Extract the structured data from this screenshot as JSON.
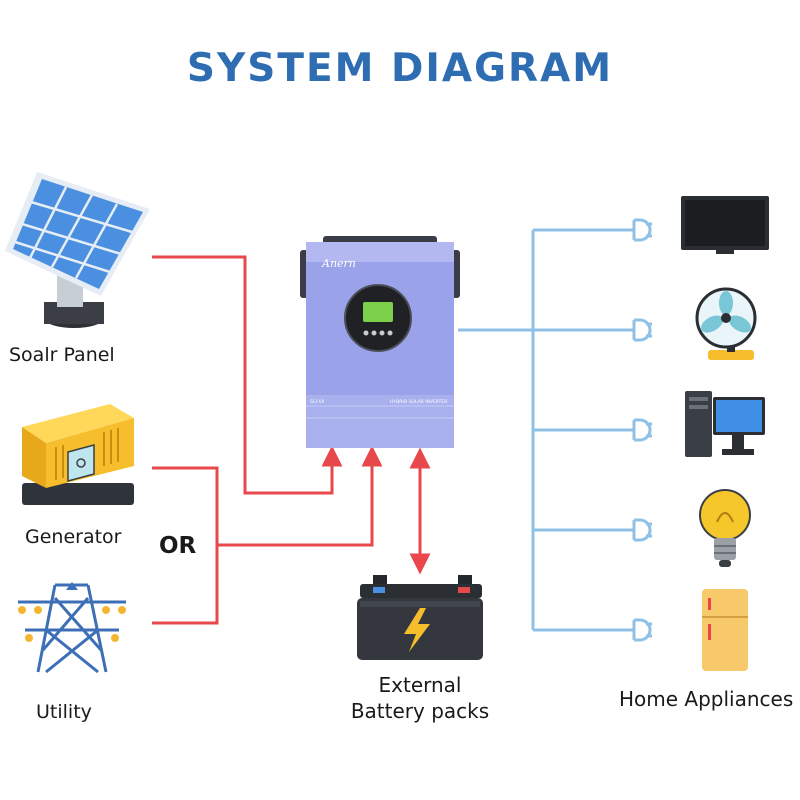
{
  "title": "SYSTEM DIAGRAM",
  "sources": {
    "solar_label": "Soalr Panel",
    "generator_label": "Generator",
    "utility_label": "Utility",
    "or_label": "OR"
  },
  "inverter": {
    "brand": "Anern",
    "model_tag": "SCI-VII",
    "product_tag": "HYBRID SOLAR INVERTER"
  },
  "battery": {
    "label_line1": "External",
    "label_line2": "Battery packs"
  },
  "appliances": {
    "label": "Home Appliances",
    "items": [
      "tv-icon",
      "fan-icon",
      "desktop-computer-icon",
      "light-bulb-icon",
      "refrigerator-icon"
    ]
  },
  "colors": {
    "title": "#2f6db3",
    "input_lines": "#e8474c",
    "output_lines": "#8fc1e6",
    "inverter_body": "#9aa3ea"
  }
}
